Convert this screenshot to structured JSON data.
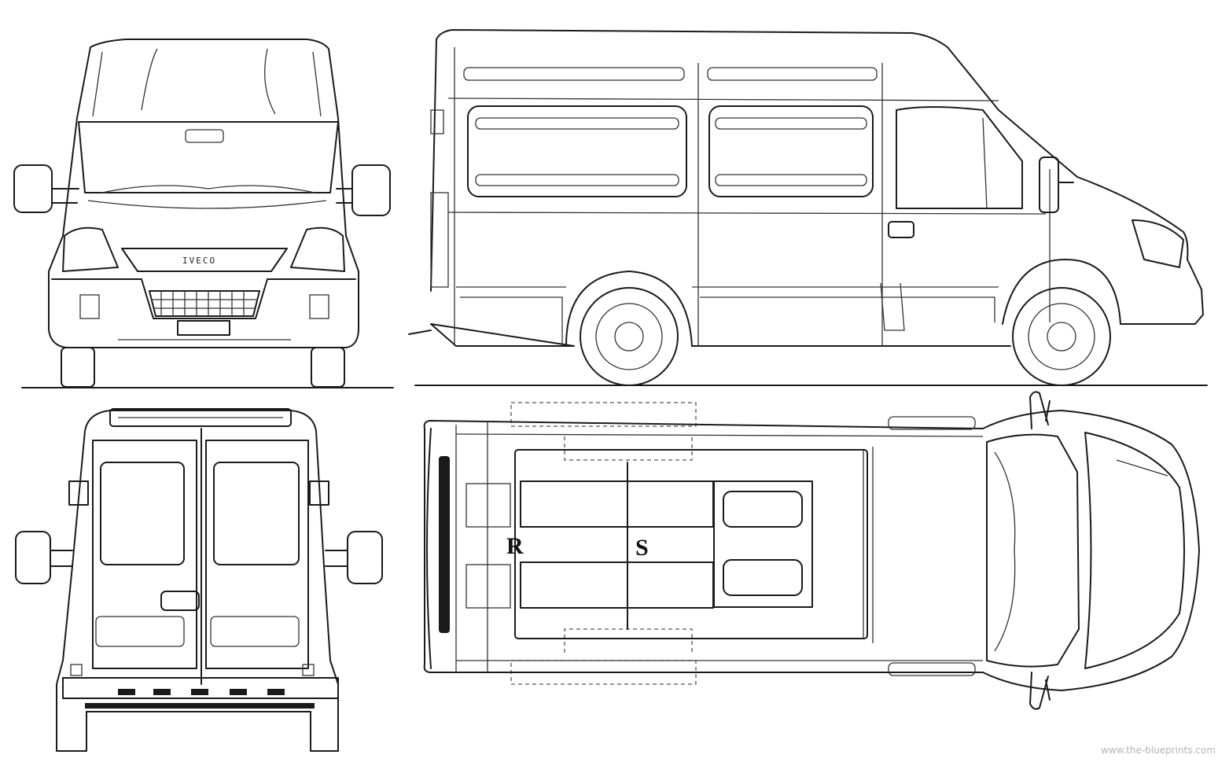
{
  "views": {
    "front": {
      "badge": "IVECO"
    },
    "top": {
      "label_rear": "R",
      "label_side": "S"
    }
  },
  "watermark": "www.the-blueprints.com"
}
